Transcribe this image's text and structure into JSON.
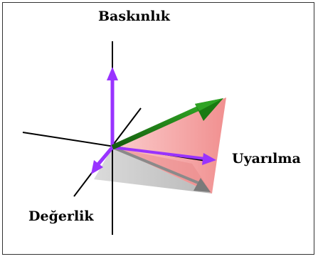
{
  "labels": {
    "dominance": "Baskınlık",
    "arousal": "Uyarılma",
    "valence": "Değerlik"
  },
  "colors": {
    "axis": "#000000",
    "arrow_purple": "#9933ff",
    "arrow_green": "#1a7a12",
    "arrow_gray": "#8a8a8a",
    "plane_pink": "#f4a0a0",
    "plane_gray": "#c8c8c8",
    "frame_border": "#333333"
  }
}
